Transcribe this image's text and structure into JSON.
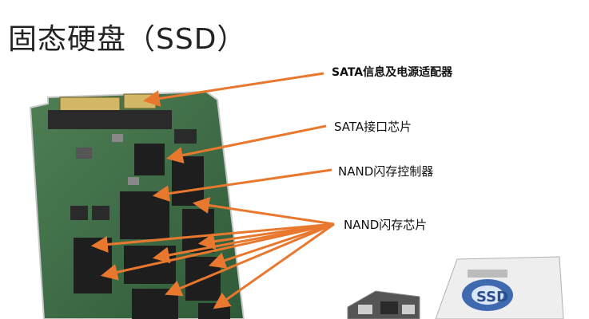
{
  "title": "固态硬盘（SSD）",
  "labels": {
    "sata_connector": "SATA信息及电源适配器",
    "sata_chip": "SATA接口芯片",
    "nand_controller": "NAND闪存控制器",
    "nand_chips": "NAND闪存芯片"
  },
  "product_logo": "SSD",
  "colors": {
    "pcb": "#3f6b45",
    "arrow": "#e9782f",
    "chip": "#1e1e1e"
  }
}
